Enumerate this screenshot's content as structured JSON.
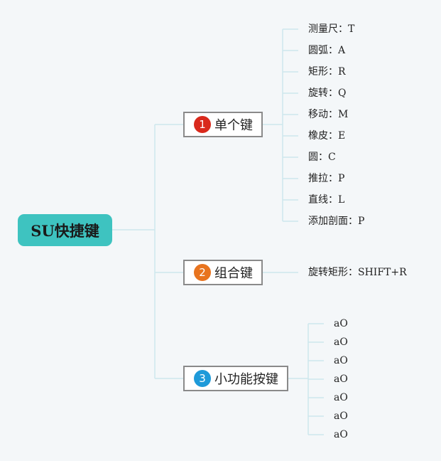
{
  "root": {
    "label": "SU快捷键"
  },
  "branches": [
    {
      "number": "1",
      "label": "单个键",
      "color": "#d9291c",
      "leaves": [
        "测量尺：T",
        "圆弧：A",
        "矩形：R",
        "旋转：Q",
        "移动：M",
        "橡皮：E",
        "圆：C",
        "推拉：P",
        "直线：L",
        "添加剖面：P"
      ]
    },
    {
      "number": "2",
      "label": "组合键",
      "color": "#e8741f",
      "leaves": [
        "旋转矩形：SHIFT+R"
      ]
    },
    {
      "number": "3",
      "label": "小功能按键",
      "color": "#1e9ad9",
      "leaves": [
        "aO",
        "aO",
        "aO",
        "aO",
        "aO",
        "aO",
        "aO"
      ]
    }
  ],
  "colors": {
    "line": "#cde7ee"
  }
}
